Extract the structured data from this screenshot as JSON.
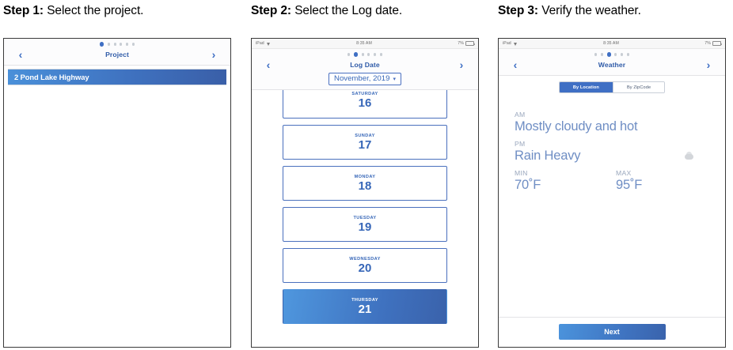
{
  "steps": [
    {
      "label": "Step 1:",
      "text": " Select the project."
    },
    {
      "label": "Step 2:",
      "text": " Select the Log date."
    },
    {
      "label": "Step 3:",
      "text": " Verify the weather."
    }
  ],
  "status_bar": {
    "device": "iPad",
    "wifi_icon": "wifi-icon",
    "time": "8:35 AM",
    "battery_percent": "7%",
    "battery_icon": "battery-icon"
  },
  "screen1": {
    "nav": {
      "back_icon": "chevron-left-icon",
      "forward_icon": "chevron-right-icon",
      "title": "Project",
      "dots_total": 6,
      "dot_active": 1
    },
    "project_row": {
      "label": "2 Pond Lake Highway",
      "selected": true
    }
  },
  "screen2": {
    "nav": {
      "back_icon": "chevron-left-icon",
      "forward_icon": "chevron-right-icon",
      "title": "Log Date",
      "dots_total": 6,
      "dot_active": 2
    },
    "month_select": {
      "value": "November, 2019",
      "caret_icon": "chevron-down-icon"
    },
    "days": [
      {
        "name": "SATURDAY",
        "num": "16",
        "selected": false,
        "partial": true
      },
      {
        "name": "SUNDAY",
        "num": "17",
        "selected": false,
        "partial": false
      },
      {
        "name": "MONDAY",
        "num": "18",
        "selected": false,
        "partial": false
      },
      {
        "name": "TUESDAY",
        "num": "19",
        "selected": false,
        "partial": false
      },
      {
        "name": "WEDNESDAY",
        "num": "20",
        "selected": false,
        "partial": false
      },
      {
        "name": "THURSDAY",
        "num": "21",
        "selected": true,
        "partial": false
      }
    ]
  },
  "screen3": {
    "nav": {
      "back_icon": "chevron-left-icon",
      "forward_icon": "chevron-right-icon",
      "title": "Weather",
      "dots_total": 6,
      "dot_active": 3
    },
    "segmented": {
      "options": [
        "By Location",
        "By ZipCode"
      ],
      "active_index": 0
    },
    "weather": {
      "am_label": "AM",
      "am_value": "Mostly cloudy and hot",
      "pm_label": "PM",
      "pm_value": "Rain Heavy",
      "min_label": "MIN",
      "min_value": "70˚F",
      "max_label": "MAX",
      "max_value": "95˚F",
      "icon": "cloud-icon"
    },
    "next_button": "Next"
  },
  "colors": {
    "accent_blue": "#3f6fc4",
    "title_blue": "#2f5ba8",
    "day_blue": "#3767b8",
    "weather_text": "#6f8ec4",
    "weather_label": "#9aa7bd",
    "frame": "#3a3a3a"
  }
}
